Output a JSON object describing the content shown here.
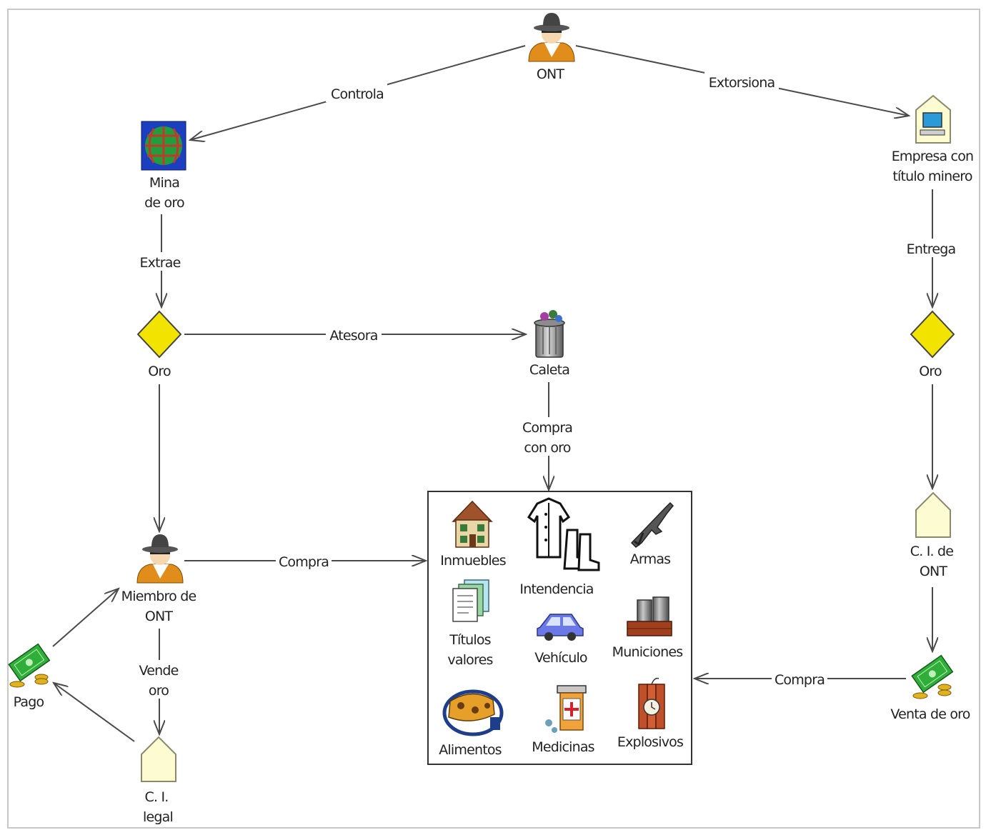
{
  "nodes": {
    "ont": {
      "label": [
        "ONT"
      ]
    },
    "mina": {
      "label": [
        "Mina",
        "de oro"
      ]
    },
    "empresa": {
      "label": [
        "Empresa con",
        "título minero"
      ]
    },
    "oro_left": {
      "label": [
        "Oro"
      ]
    },
    "caleta": {
      "label": [
        "Caleta"
      ]
    },
    "oro_right": {
      "label": [
        "Oro"
      ]
    },
    "miembro": {
      "label": [
        "Miembro de",
        "ONT"
      ]
    },
    "ci_ont": {
      "label": [
        "C. I. de",
        "ONT"
      ]
    },
    "pago": {
      "label": [
        "Pago"
      ]
    },
    "venta": {
      "label": [
        "Venta de oro"
      ]
    },
    "ci_legal": {
      "label": [
        "C. I.",
        "legal"
      ]
    }
  },
  "items": {
    "inmuebles": {
      "label": [
        "Inmuebles"
      ]
    },
    "intendencia": {
      "label": [
        "Intendencia"
      ]
    },
    "armas": {
      "label": [
        "Armas"
      ]
    },
    "titulos": {
      "label": [
        "Títulos",
        "valores"
      ]
    },
    "vehiculo": {
      "label": [
        "Vehículo"
      ]
    },
    "municiones": {
      "label": [
        "Municiones"
      ]
    },
    "alimentos": {
      "label": [
        "Alimentos"
      ]
    },
    "medicinas": {
      "label": [
        "Medicinas"
      ]
    },
    "explosivos": {
      "label": [
        "Explosivos"
      ]
    }
  },
  "edges": {
    "controla": {
      "label": [
        "Controla"
      ]
    },
    "extorsiona": {
      "label": [
        "Extorsiona"
      ]
    },
    "extrae": {
      "label": [
        "Extrae"
      ]
    },
    "entrega": {
      "label": [
        "Entrega"
      ]
    },
    "atesora": {
      "label": [
        "Atesora"
      ]
    },
    "compra_con_oro": {
      "label": [
        "Compra",
        "con oro"
      ]
    },
    "compra_miembro": {
      "label": [
        "Compra"
      ]
    },
    "compra_venta": {
      "label": [
        "Compra"
      ]
    },
    "vende_oro": {
      "label": [
        "Vende",
        "oro"
      ]
    }
  },
  "colors": {
    "gold_diamond": "#f2e400",
    "document_fill": "#fdfbd2",
    "edge": "#4a4a4a"
  }
}
